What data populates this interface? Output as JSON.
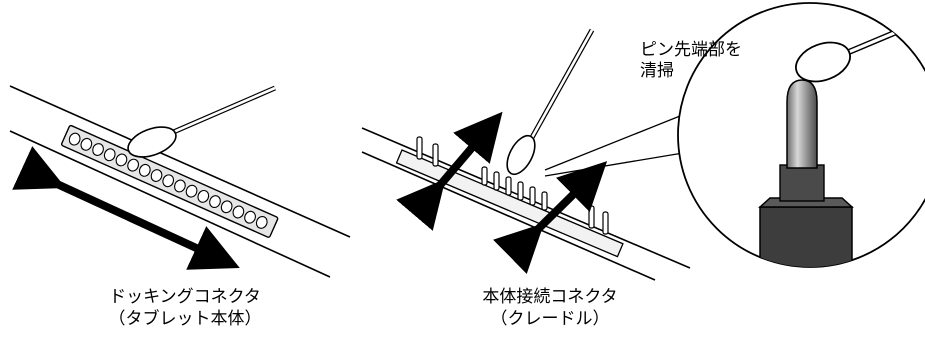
{
  "captions": {
    "left_line1": "ドッキングコネクタ",
    "left_line2": "（タブレット本体）",
    "right_line1": "本体接続コネクタ",
    "right_line2": "（クレードル）"
  },
  "callout": {
    "line1": "ピン先端部を",
    "line2": "清掃"
  },
  "colors": {
    "stroke": "#000000",
    "pin_gray": "#9a9a9a",
    "pin_dark": "#4a4a4a",
    "base_dark": "#3a3a3a",
    "connector_fill": "#d9d9d9"
  }
}
